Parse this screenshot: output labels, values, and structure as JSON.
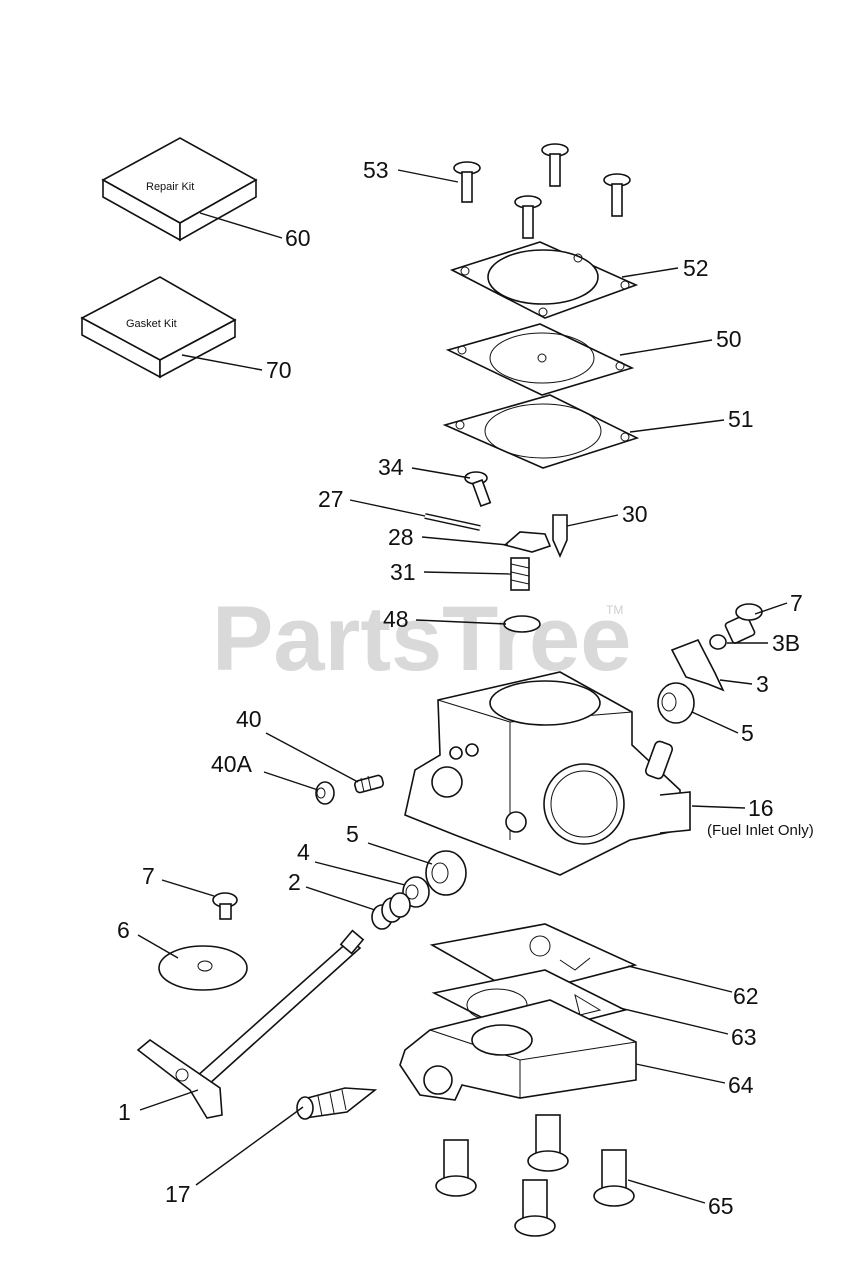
{
  "watermark": {
    "text": "PartsTree",
    "tm": "TM"
  },
  "kits": {
    "repair": "Repair Kit",
    "gasket": "Gasket Kit"
  },
  "callouts": {
    "c53": "53",
    "c60": "60",
    "c52": "52",
    "c70": "70",
    "c50": "50",
    "c51": "51",
    "c34": "34",
    "c27": "27",
    "c30": "30",
    "c28": "28",
    "c31": "31",
    "c48": "48",
    "c7a": "7",
    "c3b": "3B",
    "c3": "3",
    "c40": "40",
    "c5a": "5",
    "c40a": "40A",
    "c16": "16",
    "c16note": "(Fuel Inlet Only)",
    "c5b": "5",
    "c4": "4",
    "c7b": "7",
    "c2": "2",
    "c6": "6",
    "c62": "62",
    "c63": "63",
    "c64": "64",
    "c1": "1",
    "c17": "17",
    "c65": "65"
  },
  "colors": {
    "ink": "#111111",
    "watermark": "#d9d9d9",
    "background": "#ffffff"
  }
}
